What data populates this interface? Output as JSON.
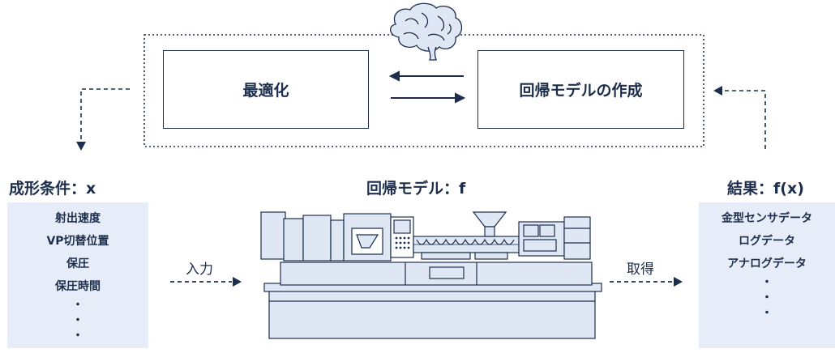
{
  "loop": {
    "optimize_label": "最適化",
    "regression_label": "回帰モデルの作成"
  },
  "left": {
    "title": "成形条件：x",
    "items": [
      "射出速度",
      "VP切替位置",
      "保圧",
      "保圧時間",
      "・",
      "・",
      "・"
    ]
  },
  "center": {
    "title": "回帰モデル：f"
  },
  "right": {
    "title": "結果：f(x)",
    "items": [
      "金型センサデータ",
      "ログデータ",
      "アナログデータ",
      "・",
      "・",
      "・"
    ]
  },
  "arrows": {
    "input_label": "入力",
    "acquire_label": "取得"
  },
  "icons": {
    "brain": "brain-icon",
    "machine": "injection-molding-machine-illustration"
  },
  "colors": {
    "ink": "#1d2e4d",
    "panel": "#e6edf8",
    "machine_fill": "#dfe7f4"
  }
}
